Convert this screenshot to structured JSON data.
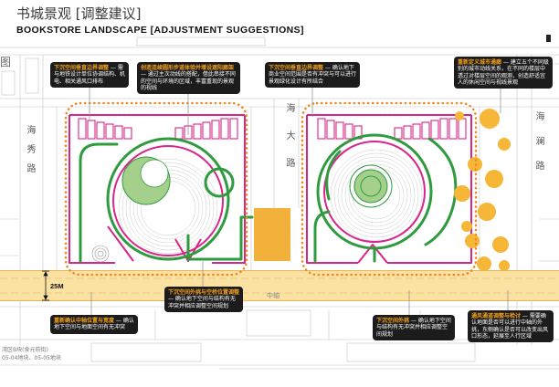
{
  "header": {
    "title": "书城景观 [调整建议]",
    "subtitle": "BOOKSTORE LANDSCAPE [ADJUSTMENT SUGGESTIONS]"
  },
  "callouts": [
    {
      "heading": "下沉空间垂直边界调整",
      "body": " — 需与地铁设计单位协调结构、机电、相关通风口排布"
    },
    {
      "heading": "创造连续圆形步道体验并增设遮阳廊架",
      "body": " — 通过主次动线的搭配，借此串接不同的空间与环境的区域，丰富重现的景观的视线"
    },
    {
      "heading": "下沉空间垂直边界调整",
      "body": " — 确认地下商业空间范围是否有冲突与可以进行景观绿化设计有所结合"
    },
    {
      "heading": "重新定义城市通廊",
      "body": " — 建立五个不同级别的城市动线关系，在不同的楼层中透过对楼层空间的观测，创造舒适宜人的休闲空间与视线景观"
    },
    {
      "heading": "重新确认中轴位置与宽度",
      "body": " — 确认地下空间与地面空间有无冲突"
    },
    {
      "heading": "下沉空间外挑与空桥位置调整",
      "body": " — 确认地下空间与结构有无冲突并相应调整空间规划"
    },
    {
      "heading": "下沉空间外挑",
      "body": " — 确认地下空间与结构有无冲突并相应调整空间规划"
    },
    {
      "heading": "通风通道调整与检讨",
      "body": " — 需要确认地面是否可以进行中轴的外挑，东侧确认是否可以改变出风口形态，延展至人行区域"
    }
  ],
  "roads": {
    "west": "海秀路",
    "center": "海大路",
    "east": "海澜路"
  },
  "plan_labels": {
    "map_fragment": "图",
    "axis": "中轴",
    "dimension": "25M"
  },
  "footer": {
    "line1": "湾区B块(食元前街)",
    "line2": "05-04地块、05-05地块"
  },
  "colors": {
    "accent": "#f4a11d",
    "callout_bg": "#1c1c1c",
    "building_outline": "#d8258a",
    "walkway": "#2f9b3f",
    "lawn": "#a4d08b",
    "axis_band": "#fbe2a2",
    "plaza": "#f2b13a",
    "boundary_dots": "#ef8a23",
    "canopy": "#f6b637"
  }
}
